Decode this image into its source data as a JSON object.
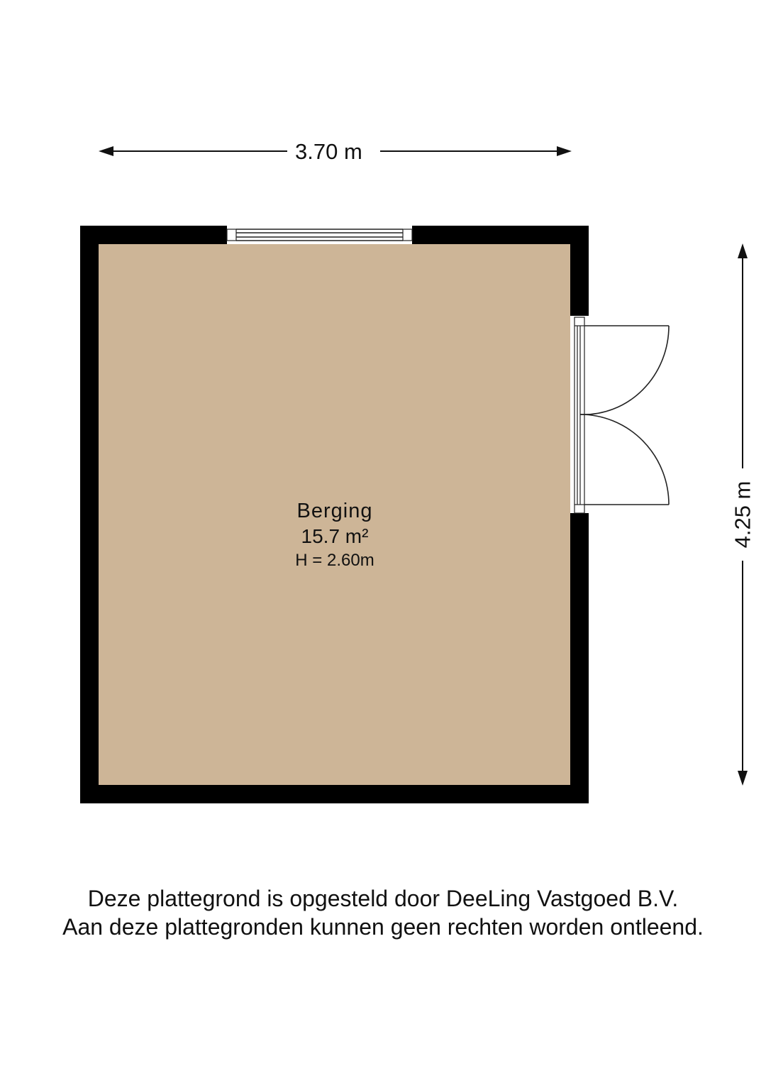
{
  "floorplan": {
    "dimensions": {
      "width_label": "3.70 m",
      "depth_label": "4.25 m"
    },
    "room": {
      "name": "Berging",
      "area": "15.7 m²",
      "height": "H = 2.60m"
    },
    "colors": {
      "floor": "#CDB597",
      "wall": "#000000",
      "background": "#FFFFFF"
    },
    "openings": [
      {
        "type": "window",
        "wall": "top"
      },
      {
        "type": "double-door",
        "wall": "right"
      }
    ]
  },
  "footer": {
    "line1": "Deze plattegrond is opgesteld door DeeLing Vastgoed B.V.",
    "line2": "Aan deze plattegronden kunnen geen rechten worden ontleend."
  }
}
